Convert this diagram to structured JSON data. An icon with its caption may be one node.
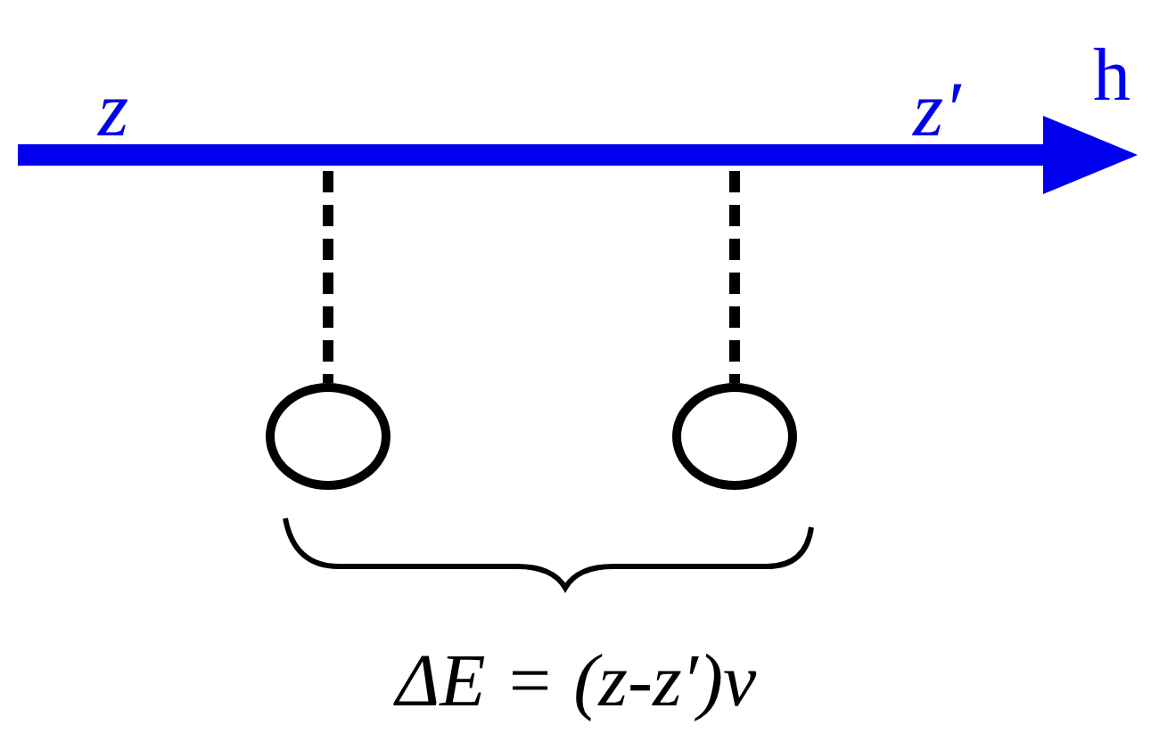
{
  "diagram": {
    "nodes": [
      {
        "text": [],
        "shape": "circle"
      },
      {
        "text": [],
        "shape": "circle"
      }
    ],
    "edges": [
      {
        "from": null,
        "to": 0,
        "arrow": "none",
        "style": "dashed"
      },
      {
        "from": null,
        "to": 1,
        "arrow": "none",
        "style": "dashed"
      }
    ],
    "labels": [
      "z",
      "z′",
      "h",
      "ΔE = (z-z′)ν"
    ]
  }
}
